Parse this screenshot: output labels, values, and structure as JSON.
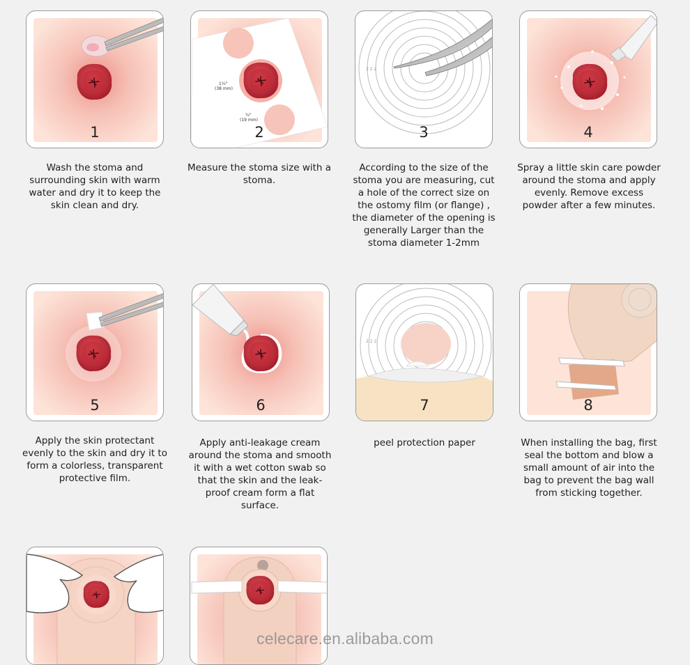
{
  "steps": [
    {
      "number": "1",
      "text": "Wash the stoma and surrounding skin with warm water and dry it to keep the skin clean and dry.",
      "icons": [
        "tweezers-icon",
        "cotton-ball-icon",
        "stoma-icon"
      ]
    },
    {
      "number": "2",
      "text": "Measure the stoma size with a stoma.",
      "icons": [
        "measuring-guide-icon",
        "stoma-icon"
      ],
      "guide_labels": {
        "large_in": "1½\"",
        "large_mm": "(38 mm)",
        "small_in": "¾\"",
        "small_mm": "(19 mm)"
      }
    },
    {
      "number": "3",
      "text": "According to the size of the stoma you are measuring, cut a hole of the correct size on the ostomy film (or flange) , the diameter of the opening is generally Larger than the stoma diameter 1-2mm",
      "icons": [
        "scissors-icon",
        "flange-icon"
      ]
    },
    {
      "number": "4",
      "text": "Spray a little skin care powder around the stoma and apply evenly. Remove excess powder after a few minutes.",
      "icons": [
        "powder-bottle-icon",
        "stoma-icon"
      ]
    },
    {
      "number": "5",
      "text": "Apply the skin protectant evenly to the skin and dry it to form a colorless, transparent protective film.",
      "icons": [
        "tweezers-icon",
        "wipe-icon",
        "stoma-icon"
      ]
    },
    {
      "number": "6",
      "text": "Apply anti-leakage cream around the stoma and smooth it with a wet cotton swab so that the skin and the leak-proof cream form a flat surface.",
      "icons": [
        "cream-tube-icon",
        "stoma-icon"
      ]
    },
    {
      "number": "7",
      "text": "peel protection paper",
      "icons": [
        "flange-icon",
        "protection-paper-icon"
      ]
    },
    {
      "number": "8",
      "text": "When installing the bag, first seal the bottom and blow a small amount of air into the bag to prevent the bag wall from sticking together.",
      "icons": [
        "ostomy-bag-icon",
        "clip-icon"
      ]
    },
    {
      "number": "",
      "text": "",
      "icons": [
        "hands-icon",
        "ostomy-bag-icon",
        "stoma-icon"
      ]
    },
    {
      "number": "",
      "text": "",
      "icons": [
        "ostomy-bag-icon",
        "belt-icon",
        "stoma-icon"
      ]
    }
  ],
  "watermark": "celecare.en.alibaba.com",
  "colors": {
    "skin": "#f6c9c1",
    "stoma": "#c6303d",
    "card_border": "#9a9a9a",
    "background": "#f1f1f1"
  }
}
